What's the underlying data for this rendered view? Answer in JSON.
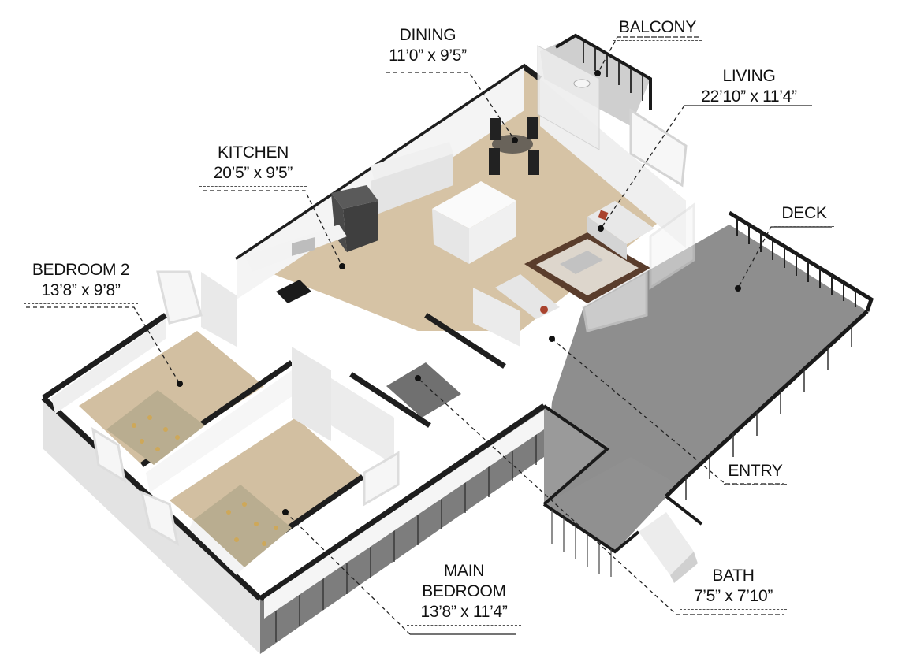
{
  "floorplan": {
    "rooms": [
      {
        "id": "dining",
        "name": "DINING",
        "dims": "11’0” x 9’5”"
      },
      {
        "id": "balcony",
        "name": "BALCONY",
        "dims": ""
      },
      {
        "id": "living",
        "name": "LIVING",
        "dims": "22’10” x 11’4”"
      },
      {
        "id": "kitchen",
        "name": "KITCHEN",
        "dims": "20’5” x 9’5”"
      },
      {
        "id": "deck",
        "name": "DECK",
        "dims": ""
      },
      {
        "id": "bedroom2",
        "name": "BEDROOM 2",
        "dims": "13’8” x 9’8”"
      },
      {
        "id": "entry",
        "name": "ENTRY",
        "dims": ""
      },
      {
        "id": "main_bedroom",
        "name": "MAIN BEDROOM",
        "name_line1": "MAIN",
        "name_line2": "BEDROOM",
        "dims": "13’8” x 11’4”"
      },
      {
        "id": "bath",
        "name": "BATH",
        "dims": "7’5” x 7’10”"
      }
    ],
    "colors": {
      "floor_wood": "#d6c3a5",
      "wall_dark": "#1e1e1e",
      "wall_white": "#f2f2f2",
      "deck_gray": "#8f8f8f",
      "label_text": "#111111"
    }
  }
}
